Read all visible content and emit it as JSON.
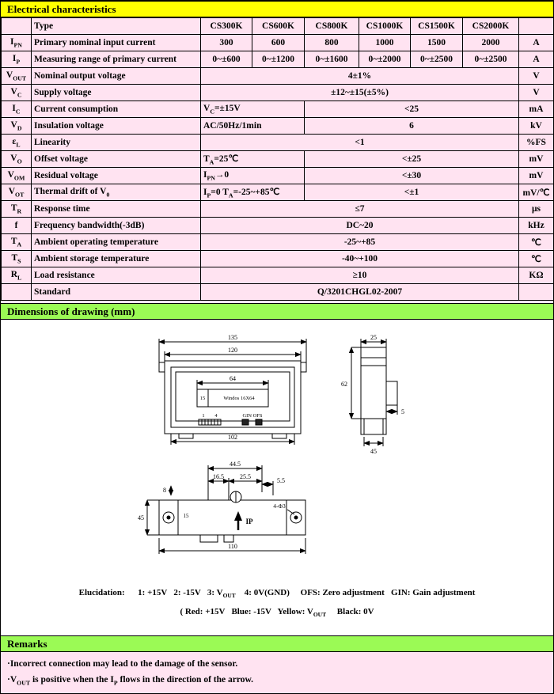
{
  "page": {
    "bg": "#ffe3f1",
    "accent_yellow": "#ffff00",
    "accent_green": "#9bfa55"
  },
  "sections": {
    "electrical_title": "Electrical characteristics",
    "dimensions_title": "Dimensions of drawing (mm)",
    "remarks_title": "Remarks"
  },
  "table": {
    "type_label": "Type",
    "models": [
      "CS300K",
      "CS600K",
      "CS800K",
      "CS1000K",
      "CS1500K",
      "CS2000K"
    ],
    "rows": [
      {
        "kind": "values",
        "sym": [
          {
            "t": "I"
          },
          {
            "s": "PN"
          }
        ],
        "name": [
          {
            "t": "Primary nominal input current"
          }
        ],
        "values": [
          "300",
          "600",
          "800",
          "1000",
          "1500",
          "2000"
        ],
        "unit": "A"
      },
      {
        "kind": "values",
        "sym": [
          {
            "t": "I"
          },
          {
            "s": "P"
          }
        ],
        "name": [
          {
            "t": "Measuring range of primary current"
          }
        ],
        "values": [
          "0~±600",
          "0~±1200",
          "0~±1600",
          "0~±2000",
          "0~±2500",
          "0~±2500"
        ],
        "unit": "A"
      },
      {
        "kind": "single",
        "sym": [
          {
            "t": "V"
          },
          {
            "s": "OUT"
          }
        ],
        "name": [
          {
            "t": "Nominal output voltage"
          }
        ],
        "value": "4±1%",
        "unit": "V"
      },
      {
        "kind": "single",
        "sym": [
          {
            "t": "V"
          },
          {
            "s": "C"
          }
        ],
        "name": [
          {
            "t": "Supply voltage"
          }
        ],
        "value": "±12~±15(±5%)",
        "unit": "V"
      },
      {
        "kind": "cond",
        "sym": [
          {
            "t": "I"
          },
          {
            "s": "C"
          }
        ],
        "name": [
          {
            "t": "Current consumption"
          }
        ],
        "cond": [
          {
            "t": "V"
          },
          {
            "s": "C"
          },
          {
            "t": "=±15V"
          }
        ],
        "value": "<25",
        "unit": "mA"
      },
      {
        "kind": "cond",
        "sym": [
          {
            "t": "V"
          },
          {
            "s": "D"
          }
        ],
        "name": [
          {
            "t": "Insulation voltage"
          }
        ],
        "cond": [
          {
            "t": "AC/50Hz/1min"
          }
        ],
        "value": "6",
        "unit": "kV"
      },
      {
        "kind": "single",
        "sym": [
          {
            "t": "ε"
          },
          {
            "s": "L"
          }
        ],
        "name": [
          {
            "t": "Linearity"
          }
        ],
        "value": "<1",
        "unit": "%FS"
      },
      {
        "kind": "cond",
        "sym": [
          {
            "t": "V"
          },
          {
            "s": "O"
          }
        ],
        "name": [
          {
            "t": "Offset voltage"
          }
        ],
        "cond": [
          {
            "t": "T"
          },
          {
            "s": "A"
          },
          {
            "t": "=25℃"
          }
        ],
        "value": "<±25",
        "unit": "mV"
      },
      {
        "kind": "cond",
        "sym": [
          {
            "t": "V"
          },
          {
            "s": "OM"
          }
        ],
        "name": [
          {
            "t": "Residual voltage"
          }
        ],
        "cond": [
          {
            "t": "I"
          },
          {
            "s": "PN"
          },
          {
            "t": "→0"
          }
        ],
        "value": "<±30",
        "unit": "mV"
      },
      {
        "kind": "cond",
        "sym": [
          {
            "t": "V"
          },
          {
            "s": "OT"
          }
        ],
        "name": [
          {
            "t": "Thermal drift of V"
          },
          {
            "s": "0"
          }
        ],
        "cond": [
          {
            "t": "I"
          },
          {
            "s": "P"
          },
          {
            "t": "=0   T"
          },
          {
            "s": "A"
          },
          {
            "t": "=-25~+85℃"
          }
        ],
        "value": "<±1",
        "unit": "mV/℃"
      },
      {
        "kind": "single",
        "sym": [
          {
            "t": "T"
          },
          {
            "s": "R"
          }
        ],
        "name": [
          {
            "t": "Response time"
          }
        ],
        "value": "≤7",
        "unit": "μs"
      },
      {
        "kind": "single",
        "sym": [
          {
            "t": "f"
          }
        ],
        "name": [
          {
            "t": "Frequency bandwidth(-3dB)"
          }
        ],
        "value": "DC~20",
        "unit": "kHz"
      },
      {
        "kind": "single",
        "sym": [
          {
            "t": "T"
          },
          {
            "s": "A"
          }
        ],
        "name": [
          {
            "t": "Ambient operating temperature"
          }
        ],
        "value": "-25~+85",
        "unit": "℃"
      },
      {
        "kind": "single",
        "sym": [
          {
            "t": "T"
          },
          {
            "s": "S"
          }
        ],
        "name": [
          {
            "t": "Ambient storage temperature"
          }
        ],
        "value": "-40~+100",
        "unit": "℃"
      },
      {
        "kind": "single",
        "sym": [
          {
            "t": "R"
          },
          {
            "s": "L"
          }
        ],
        "name": [
          {
            "t": "Load resistance"
          }
        ],
        "value": "≥10",
        "unit": "KΩ"
      },
      {
        "kind": "single",
        "sym": [],
        "name": [
          {
            "t": "Standard"
          }
        ],
        "value": "Q/3201CHGL02-2007",
        "unit": ""
      }
    ]
  },
  "drawing": {
    "front": {
      "d135": "135",
      "d120": "120",
      "d64": "64",
      "d15": "15",
      "display": "Windos 16X64",
      "pin1": "1",
      "pin4": "4",
      "gin_ofs": "GIN OFS",
      "d102": "102"
    },
    "side": {
      "d25": "25",
      "d62": "62",
      "d5": "5",
      "d45": "45"
    },
    "bottom": {
      "d44_5": "44.5",
      "d16_5": "16.5",
      "d25_5": "25.5",
      "d5_5": "5.5",
      "d8": "8",
      "d45": "45",
      "d15": "15",
      "holes": "4-Φ3",
      "ip": "IP",
      "d110": "110"
    }
  },
  "elucidation": {
    "line1": [
      {
        "t": "Elucidation:      1: +15V   2: -15V   3: V"
      },
      {
        "s": "OUT"
      },
      {
        "t": "    4: 0V(GND)     OFS: Zero adjustment   GIN: Gain adjustment"
      }
    ],
    "line2": [
      {
        "t": "( Red: +15V   Blue: -15V   Yellow: V"
      },
      {
        "s": "OUT"
      },
      {
        "t": "     Black: 0V"
      }
    ]
  },
  "remarks": {
    "lines": [
      [
        {
          "t": "·Incorrect connection may lead to the damage of the sensor."
        }
      ],
      [
        {
          "t": "·V"
        },
        {
          "s": "OUT"
        },
        {
          "t": " is positive when the I"
        },
        {
          "s": "P"
        },
        {
          "t": " flows in the direction of the arrow."
        }
      ]
    ]
  }
}
